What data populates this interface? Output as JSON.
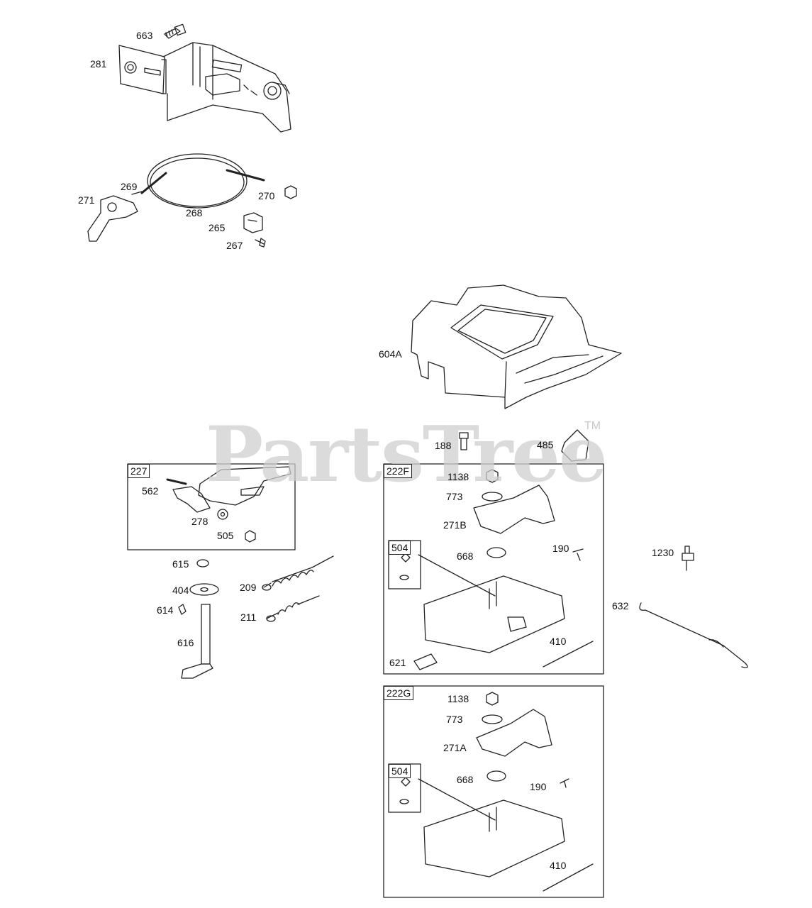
{
  "watermark": {
    "text": "PartsTree",
    "tm": "TM"
  },
  "labels": {
    "p663": "663",
    "p281": "281",
    "p269": "269",
    "p271": "271",
    "p268": "268",
    "p270": "270",
    "p265": "265",
    "p267": "267",
    "p604A": "604A",
    "p188": "188",
    "p485": "485",
    "p562": "562",
    "p278": "278",
    "p505": "505",
    "p615": "615",
    "p404": "404",
    "p614": "614",
    "p616": "616",
    "p209": "209",
    "p211": "211",
    "f1138": "1138",
    "f773": "773",
    "f271B": "271B",
    "f668": "668",
    "f190": "190",
    "f410": "410",
    "f621": "621",
    "p1230": "1230",
    "p632": "632",
    "g1138": "1138",
    "g773": "773",
    "g271A": "271A",
    "g668": "668",
    "g190": "190",
    "g410": "410"
  },
  "boxes": {
    "b227": "227",
    "b222F": "222F",
    "b504a": "504",
    "b222G": "222G",
    "b504b": "504"
  }
}
